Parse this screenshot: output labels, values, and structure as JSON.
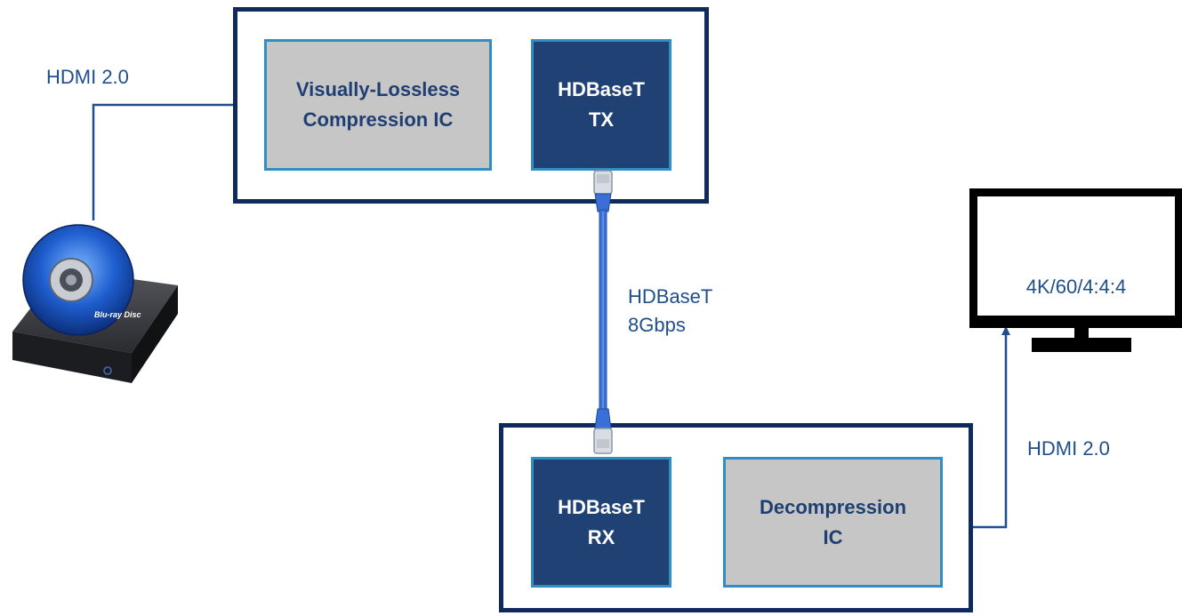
{
  "input": {
    "label": "HDMI 2.0"
  },
  "transmitter": {
    "compression_label": "Visually-Lossless\nCompression IC",
    "tx_label": "HDBaseT\nTX"
  },
  "link": {
    "label": "HDBaseT\n8Gbps"
  },
  "receiver": {
    "rx_label": "HDBaseT\nRX",
    "decompression_label": "Decompression\nIC"
  },
  "output": {
    "label": "HDMI 2.0"
  },
  "display": {
    "resolution_label": "4K/60/4:4:4"
  },
  "source": {
    "disc_brand": "Blu-ray Disc"
  },
  "colors": {
    "frame": "#0f2a5c",
    "box_border": "#2f8fc4",
    "gray_box": "#c6c6c6",
    "navy_box": "#1f4173",
    "label_text": "#1f4e8c",
    "cable": "#3a6fd8"
  }
}
